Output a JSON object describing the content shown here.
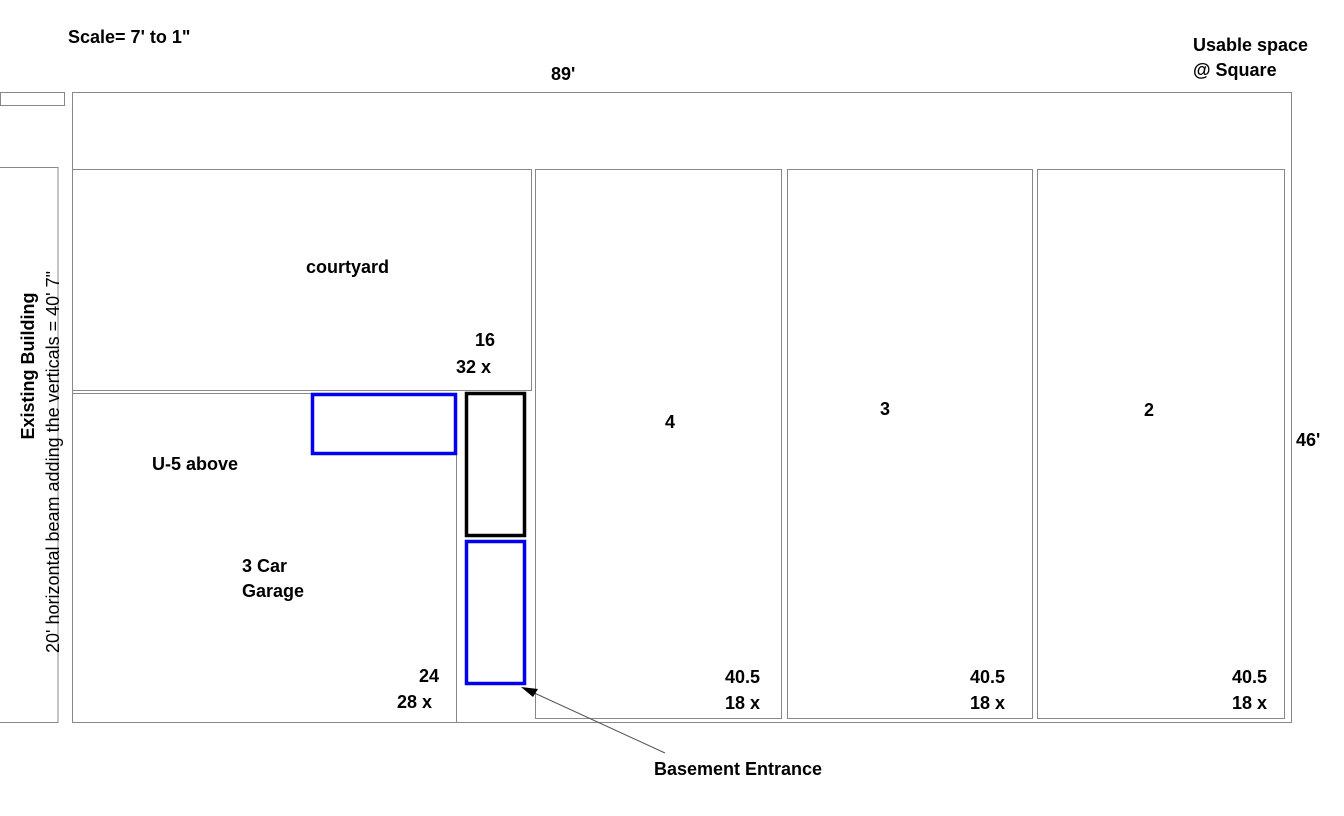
{
  "scale_label": "Scale= 7' to 1\"",
  "width_label": "89'",
  "depth_label": "46'",
  "usable_space": {
    "line1": "Usable space",
    "line2": "@ Square"
  },
  "existing_building": {
    "title": "Existing Building",
    "note": "20' horizontal beam adding the verticals = 40' 7\""
  },
  "courtyard": {
    "label": "courtyard",
    "dim_top": "16",
    "dim_bottom": "32 x"
  },
  "garage": {
    "upper_label": "U-5 above",
    "label_line1": "3 Car",
    "label_line2": "Garage",
    "dim_top": "24",
    "dim_bottom": "28 x"
  },
  "units": [
    {
      "number": "4",
      "dim_top": "40.5",
      "dim_bottom": "18 x"
    },
    {
      "number": "3",
      "dim_top": "40.5",
      "dim_bottom": "18 x"
    },
    {
      "number": "2",
      "dim_top": "40.5",
      "dim_bottom": "18 x"
    }
  ],
  "basement_entrance": "Basement Entrance",
  "colors": {
    "outline": "#888888",
    "blue": "#0000ee",
    "black": "#000000"
  }
}
